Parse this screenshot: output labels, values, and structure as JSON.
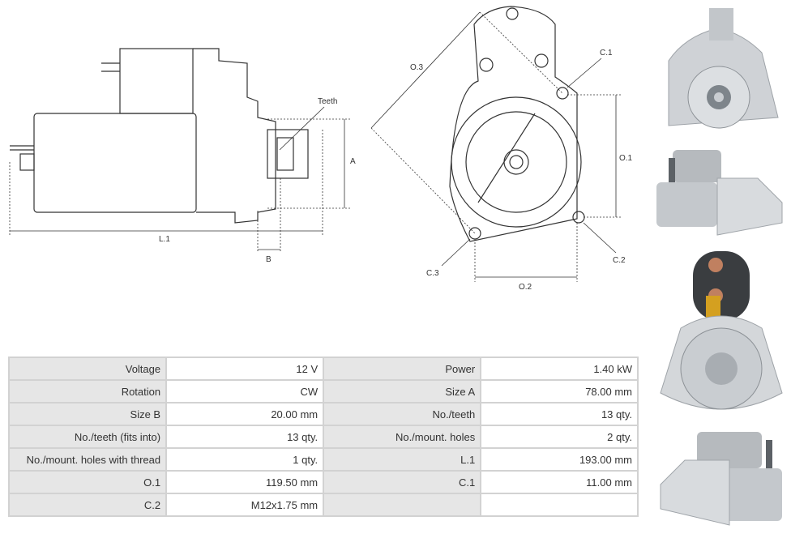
{
  "side_view": {
    "label_teeth": "Teeth",
    "label_a": "A",
    "label_b": "B",
    "label_l1": "L.1"
  },
  "front_view": {
    "label_o1": "O.1",
    "label_o2": "O.2",
    "label_o3": "O.3",
    "label_c1": "C.1",
    "label_c2": "C.2",
    "label_c3": "C.3"
  },
  "specs": [
    [
      {
        "label": "Voltage",
        "value": "12 V"
      },
      {
        "label": "Power",
        "value": "1.40 kW"
      }
    ],
    [
      {
        "label": "Rotation",
        "value": "CW"
      },
      {
        "label": "Size A",
        "value": "78.00 mm"
      }
    ],
    [
      {
        "label": "Size B",
        "value": "20.00 mm"
      },
      {
        "label": "No./teeth",
        "value": "13 qty."
      }
    ],
    [
      {
        "label": "No./teeth (fits into)",
        "value": "13 qty."
      },
      {
        "label": "No./mount. holes",
        "value": "2 qty."
      }
    ],
    [
      {
        "label": "No./mount. holes with thread",
        "value": "1 qty."
      },
      {
        "label": "L.1",
        "value": "193.00 mm"
      }
    ],
    [
      {
        "label": "O.1",
        "value": "119.50 mm"
      },
      {
        "label": "C.1",
        "value": "11.00 mm"
      }
    ],
    [
      {
        "label": "C.2",
        "value": "M12x1.75 mm"
      },
      {
        "label": "",
        "value": ""
      }
    ]
  ]
}
